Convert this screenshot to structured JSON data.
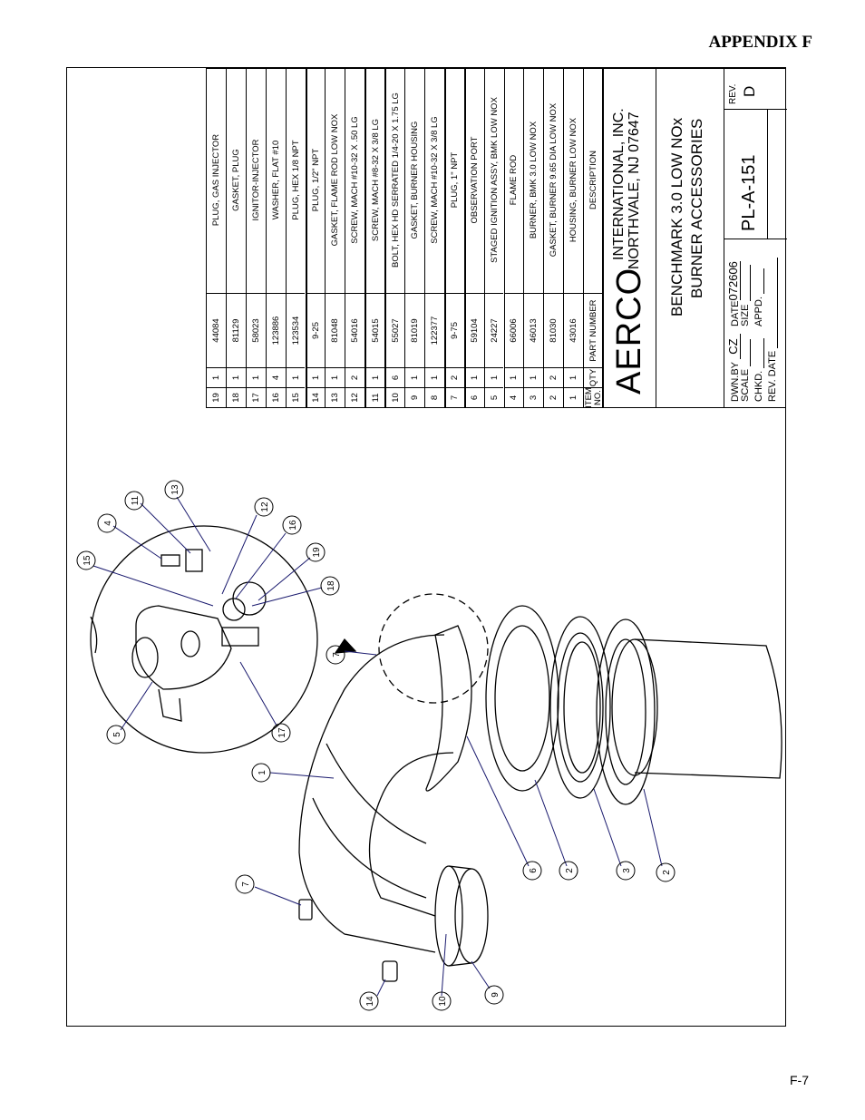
{
  "header": {
    "appendix": "APPENDIX F"
  },
  "footer": {
    "page": "F-7"
  },
  "bom": {
    "headers": {
      "item": "ITEM",
      "item2": "NO.",
      "qty": "QTY",
      "part": "PART NUMBER",
      "desc": "DESCRIPTION"
    },
    "rows": [
      {
        "item": "19",
        "qty": "1",
        "part": "44084",
        "desc": "PLUG, GAS INJECTOR"
      },
      {
        "item": "18",
        "qty": "1",
        "part": "81129",
        "desc": "GASKET, PLUG"
      },
      {
        "item": "17",
        "qty": "1",
        "part": "58023",
        "desc": "IGNITOR-INJECTOR"
      },
      {
        "item": "16",
        "qty": "4",
        "part": "123886",
        "desc": "WASHER, FLAT #10"
      },
      {
        "item": "15",
        "qty": "1",
        "part": "123534",
        "desc": "PLUG, HEX 1/8 NPT"
      },
      {
        "item": "14",
        "qty": "1",
        "part": "9-25",
        "desc": "PLUG, 1/2\" NPT"
      },
      {
        "item": "13",
        "qty": "1",
        "part": "81048",
        "desc": "GASKET, FLAME ROD LOW NOX"
      },
      {
        "item": "12",
        "qty": "2",
        "part": "54016",
        "desc": "SCREW, MACH #10-32 X .50 LG"
      },
      {
        "item": "11",
        "qty": "1",
        "part": "54015",
        "desc": "SCREW, MACH #8-32 X 3/8 LG"
      },
      {
        "item": "10",
        "qty": "6",
        "part": "55027",
        "desc": "BOLT, HEX HD SERRATED 1/4-20 X 1.75 LG"
      },
      {
        "item": "9",
        "qty": "1",
        "part": "81019",
        "desc": "GASKET, BURNER HOUSING"
      },
      {
        "item": "8",
        "qty": "1",
        "part": "122377",
        "desc": "SCREW, MACH #10-32 X 3/8 LG"
      },
      {
        "item": "7",
        "qty": "2",
        "part": "9-75",
        "desc": "PLUG, 1\" NPT"
      },
      {
        "item": "6",
        "qty": "1",
        "part": "59104",
        "desc": "OBSERVATION PORT"
      },
      {
        "item": "5",
        "qty": "1",
        "part": "24227",
        "desc": "STAGED IGNITION ASSY, BMK LOW NOX"
      },
      {
        "item": "4",
        "qty": "1",
        "part": "66006",
        "desc": "FLAME ROD"
      },
      {
        "item": "3",
        "qty": "1",
        "part": "46013",
        "desc": "BURNER, BMK 3.0  LOW NOX"
      },
      {
        "item": "2",
        "qty": "2",
        "part": "81030",
        "desc": "GASKET, BURNER 9.65 DIA LOW NOX"
      },
      {
        "item": "1",
        "qty": "1",
        "part": "43016",
        "desc": "HOUSING, BURNER LOW NOX"
      }
    ]
  },
  "title_block": {
    "logo": "AERCO",
    "company": "INTERNATIONAL, INC.",
    "address": "NORTHVALE, NJ   07647",
    "title1": "BENCHMARK 3.0 LOW NOx",
    "title2": "BURNER ACCESSORIES",
    "dwn_by_label": "DWN.BY",
    "dwn_by": "CZ",
    "date_label": "DATE",
    "date": "072606",
    "scale_label": "SCALE",
    "size_label": "SIZE",
    "chkd_label": "CHKD.",
    "appd_label": "APPD.",
    "rev_date_label": "REV. DATE",
    "drawing_no": "PL-A-151",
    "rev_label": "REV.",
    "rev": "D"
  },
  "callouts": [
    "15",
    "4",
    "11",
    "13",
    "12",
    "16",
    "19",
    "18",
    "7",
    "5",
    "17",
    "1",
    "7",
    "14",
    "10",
    "9",
    "6",
    "2",
    "3",
    "2"
  ]
}
